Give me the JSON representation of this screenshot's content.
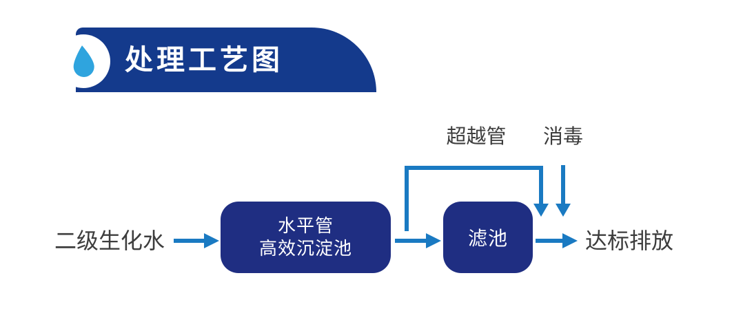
{
  "title": {
    "text": "处理工艺图"
  },
  "flow": {
    "source_label": "二级生化水",
    "box1_line1": "水平管",
    "box1_line2": "高效沉淀池",
    "box2_label": "滤池",
    "output_label": "达标排放",
    "bypass_label": "超越管",
    "disinfect_label": "消毒"
  },
  "colors": {
    "banner": "#143a8c",
    "box": "#1f2e82",
    "arrow": "#1a7ac2",
    "drop": "#2fa4de",
    "ink": "#3d3d3d",
    "boxtext": "#ffffff"
  }
}
